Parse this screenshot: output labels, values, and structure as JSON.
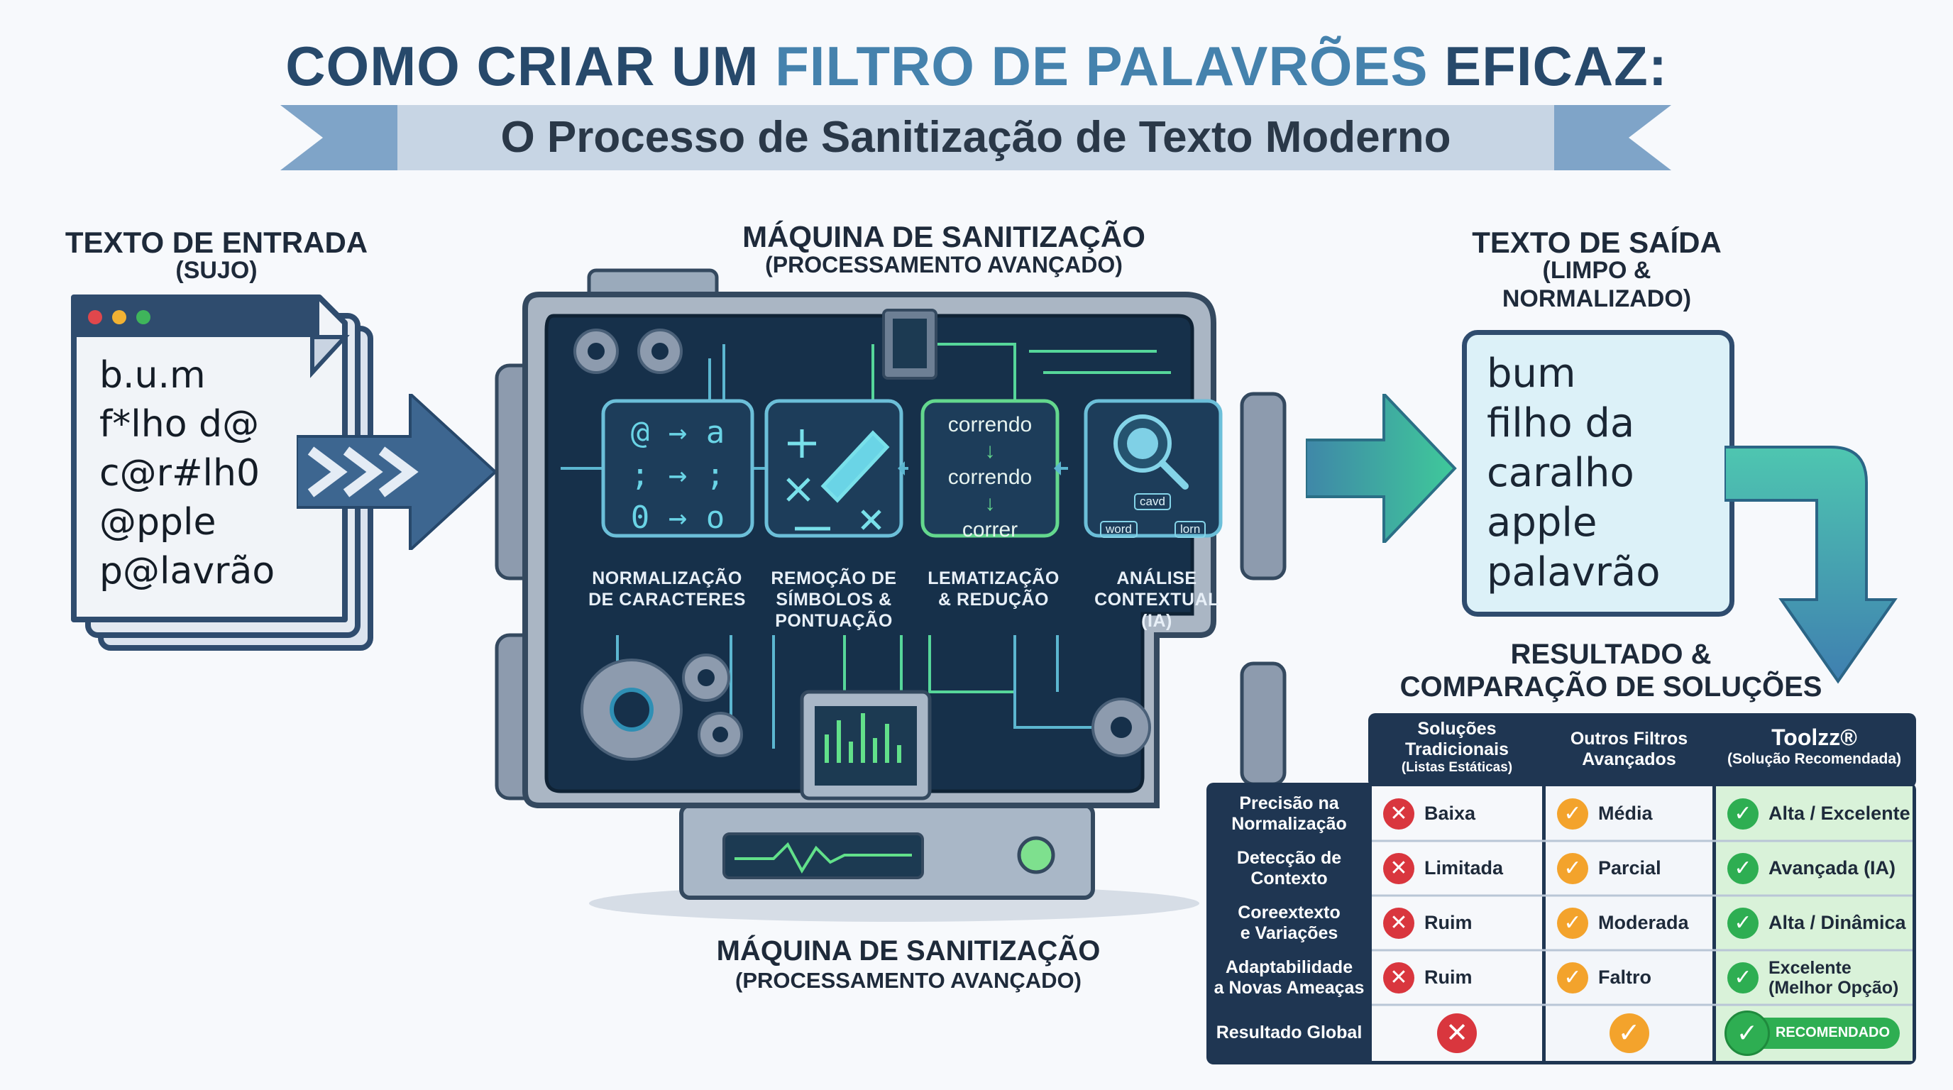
{
  "title": {
    "part1": "COMO CRIAR UM ",
    "part2": "FILTRO DE PALAVRÕES",
    "part3": " EFICAZ:",
    "subtitle": "O Processo de Sanitização de Texto Moderno"
  },
  "input": {
    "label": "TEXTO DE ENTRADA",
    "sublabel": "(SUJO)",
    "lines": [
      "b.u.m",
      "f*lho d@",
      "c@r#lh0",
      "@pple",
      "p@lavrão"
    ]
  },
  "machine": {
    "label": "MÁQUINA DE SANITIZAÇÃO",
    "sublabel": "(PROCESSAMENTO AVANÇADO)",
    "steps": [
      {
        "l1": "NORMALIZAÇÃO",
        "l2": "DE CARACTERES",
        "l3": ""
      },
      {
        "l1": "REMOÇÃO DE",
        "l2": "SÍMBOLOS &",
        "l3": "PONTUAÇÃO"
      },
      {
        "l1": "LEMATIZAÇÃO",
        "l2": "& REDUÇÃO",
        "l3": ""
      },
      {
        "l1": "ANÁLISE",
        "l2": "CONTEXTUAL",
        "l3": "(IA)"
      }
    ],
    "step1_glyphs": [
      "@ → a",
      "; → ;",
      "0 → o"
    ],
    "step3_words": [
      "correndo",
      "correndo",
      "correr"
    ],
    "step4_words": [
      "cavd",
      "word",
      "lorn"
    ]
  },
  "output": {
    "label1": "TEXTO DE SAÍDA",
    "label2": "(LIMPO &",
    "label3": "NORMALIZADO)",
    "lines": [
      "bum",
      "filho da",
      "caralho",
      "apple",
      "palavrão"
    ]
  },
  "results": {
    "label1": "RESULTADO &",
    "label2": "COMPARAÇÃO DE SOLUÇÕES"
  },
  "table": {
    "columns": [
      {
        "l1": "Soluções",
        "l2": "Tradicionais",
        "l3": "(Listas Estáticas)"
      },
      {
        "l1": "Outros Filtros",
        "l2": "Avançados",
        "l3": ""
      },
      {
        "l1": "Toolzz®",
        "l2": "(Solução Recomendada)",
        "l3": ""
      }
    ],
    "rows": [
      {
        "h1": "Precisão na",
        "h2": "Normalização",
        "c": [
          "Baixa",
          "Média",
          "Alta / Excelente"
        ]
      },
      {
        "h1": "Detecção de",
        "h2": "Contexto",
        "c": [
          "Limitada",
          "Parcial",
          "Avançada (IA)"
        ]
      },
      {
        "h1": "Coreextexto",
        "h2": "e Variações",
        "c": [
          "Ruim",
          "Moderada",
          "Alta / Dinâmica"
        ]
      },
      {
        "h1": "Adaptabilidade",
        "h2": "a Novas Ameaças",
        "c": [
          "Ruim",
          "Faltro",
          "Excelente"
        ],
        "c3b": "(Melhor Opção)"
      }
    ],
    "final": {
      "label": "Resultado Global",
      "badge": "RECOMENDADO"
    }
  },
  "colors": {
    "navy": "#1f3652",
    "accent": "#4582ad",
    "red": "#d9363e",
    "orange": "#f3a32c",
    "green": "#2eae52"
  }
}
